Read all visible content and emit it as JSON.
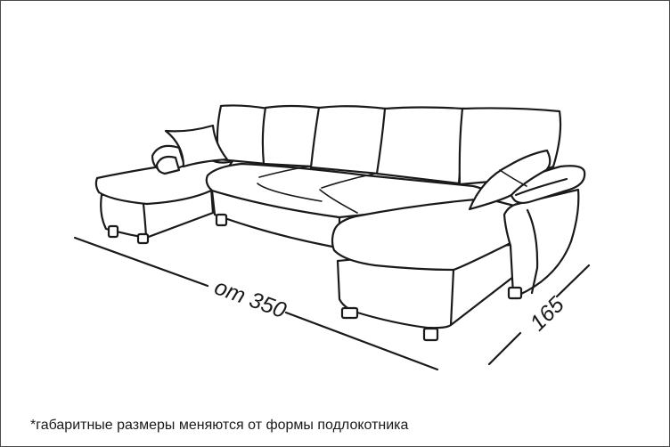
{
  "dimensions": {
    "length_label": "от 350",
    "depth_label": "165"
  },
  "footnote": "*габаритные размеры меняются от формы подлокотника",
  "colors": {
    "line": "#1a1a1a",
    "background": "#ffffff",
    "frame": "#4a4a4a"
  }
}
